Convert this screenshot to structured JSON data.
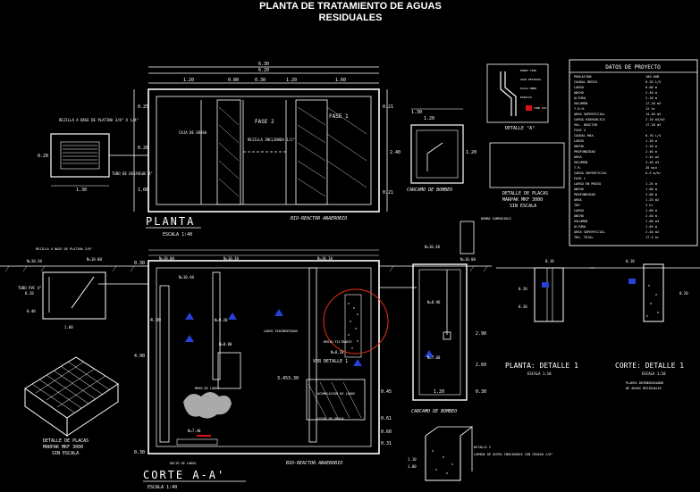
{
  "title": {
    "line1": "PLANTA DE TRATAMIENTO DE AGUAS",
    "line2": "RESIDUALES"
  },
  "plan": {
    "label": "PLANTA",
    "scale": "ESCALA 1:40",
    "top_total": "6.30",
    "top_sub": "6.20",
    "top_segments": [
      "1.20",
      "0.80",
      "0.30",
      "1.20",
      "1.60"
    ],
    "left_dims": [
      "0.25",
      "0.20",
      "1.00"
    ],
    "right_dims": [
      "0.21",
      "0.21"
    ],
    "phase2": "FASE 2",
    "phase1": "FASE 1",
    "reactor": "BIO-REACTOR ANAEROBIO",
    "note": "REJILLA INCLINADA 1/2\"",
    "grease": "CAJA DE GRASA",
    "bottom_dims": [
      "1.30",
      "1.20"
    ],
    "side_dim": "2.40"
  },
  "grease_box": {
    "label": "REJILLA A BASE DE PLATINA 3/8\" X 1/4\"",
    "dims": [
      "1.30",
      "0.20"
    ],
    "tube": "TUBO DE DESFOGUE 4\""
  },
  "pump_box": {
    "label": "CARCAMO DE BOMBEO",
    "dims": [
      "1.30",
      "1.20",
      "1.20"
    ]
  },
  "detail_a": {
    "label": "DETALLE \"A\"",
    "notes": [
      "BORDE FINO",
      "AGUA RESIDUAL",
      "PLACA MBBR",
      "ESPACIO",
      "TUBO PVC"
    ]
  },
  "plates_detail": {
    "title": "DETALLE DE PLACAS",
    "sub1": "MARPAK MKF 3000",
    "sub2": "SIN ESCALA"
  },
  "project_data": {
    "header": "DATOS DE PROYECTO",
    "rows": [
      [
        "POBLACION",
        "100 HAB"
      ],
      [
        "CAUDAL MEDIO",
        "0.35 L/S"
      ],
      [
        "LARGO",
        "6.00 m"
      ],
      [
        "ANCHO",
        "2.40 m"
      ],
      [
        "ALTURA",
        "2.10 m"
      ],
      [
        "VOLUMEN",
        "17.28 m3"
      ],
      [
        "T.R.H.",
        "12 hr"
      ],
      [
        "AREA SUPERFICIAL",
        "14.40 m2"
      ],
      [
        "CARGA HIDRAULICA",
        "2.10 m3/m2"
      ],
      [
        "VOL. REACTOR",
        "17.28 m3"
      ],
      [
        "FASE 2",
        "-"
      ],
      [
        "CAUDAL MAX.",
        "0.76 L/S"
      ],
      [
        "LARGO",
        "1.20 m"
      ],
      [
        "ANCHO",
        "1.20 m"
      ],
      [
        "PROFUNDIDAD",
        "2.40 m"
      ],
      [
        "AREA",
        "1.44 m2"
      ],
      [
        "VOLUMEN",
        "3.46 m3"
      ],
      [
        "T.R.",
        "20 min"
      ],
      [
        "CARGA SUPERFICIAL",
        "0.5 m/hr"
      ],
      [
        "FASE 1",
        "-"
      ],
      [
        "LARGO EN MEDIO",
        "1.25 m"
      ],
      [
        "ANCHO",
        "1.00 m"
      ],
      [
        "PROFUNDIDAD",
        "2.00 m"
      ],
      [
        "AREA",
        "1.25 m2"
      ],
      [
        "TRH",
        "3 hr"
      ],
      [
        "LARGO",
        "1.60 m"
      ],
      [
        "ANCHO",
        "2.40 m"
      ],
      [
        "VOLUMEN",
        "1.80 m3"
      ],
      [
        "ALTURA",
        "1.65 m"
      ],
      [
        "AREA SUPERFICIAL",
        "2.40 m2"
      ],
      [
        "TRH. TOTAL",
        "17.5 hr"
      ]
    ]
  },
  "section": {
    "label": "CORTE  A-A'",
    "scale": "ESCALA 1:40",
    "reactor": "BIO-REACTOR ANAEROBIO",
    "levels": [
      "N=10.00",
      "N=10.30",
      "N=10.40",
      "N=9.20",
      "N=8.10",
      "N=8.00",
      "N=7.40",
      "N=10.10"
    ],
    "dims_left": [
      "4.90",
      "4.30",
      "0.30",
      "0.30"
    ],
    "dims_right": [
      "3.45",
      "3.30",
      "0.45",
      "0.61",
      "0.60",
      "0.31"
    ],
    "notes": [
      "LODOS SEDIMENTADOS",
      "MEDIO FILTRANTE",
      "VER DETALLE 1",
      "MURO DE LODOS",
      "LECHO DE GRAVA",
      "ACUMULACION DE LODOS",
      "DUCTO DE LODOS"
    ]
  },
  "inlet": {
    "label": "REJILLA A BASE DE PLATINA 3/8\"",
    "levels": [
      "N=10.30",
      "N=10.00"
    ],
    "dims": [
      "0.20",
      "0.40",
      "1.00"
    ],
    "pipe": "TUBO PVC 4\""
  },
  "pump_section": {
    "label": "CARCAMO DE BOMBEO",
    "levels": [
      "N=10.30",
      "N=10.00",
      "N=8.96",
      "N=7.60"
    ],
    "dims": [
      "2.90",
      "2.60",
      "1.20",
      "0.30"
    ],
    "note": "BOMBA SUMERGIBLE"
  },
  "plates_iso": {
    "title": "DETALLE DE PLACAS",
    "sub1": "MARPAK MKF 3000",
    "sub2": "SIN ESCALA"
  },
  "detail1_plan": {
    "label": "PLANTA: DETALLE 1",
    "scale": "ESCALA 1:10",
    "dims": [
      "0.10",
      "0.20",
      "0.30"
    ]
  },
  "detail1_cut": {
    "label": "CORTE: DETALLE 1",
    "scale": "ESCALA 1:10",
    "dims": [
      "0.10",
      "0.20"
    ]
  },
  "basket": {
    "label": "DETALLE 2",
    "note": "LAMINA DE ACERO INOXIDABLE CON CEDAZO 1/8\"",
    "dims": [
      "1.10",
      "1.00"
    ]
  },
  "footnote": {
    "line1": "PLANTA DESENGRASADOR",
    "line2": "DE AGUAS RESIDUALES"
  }
}
